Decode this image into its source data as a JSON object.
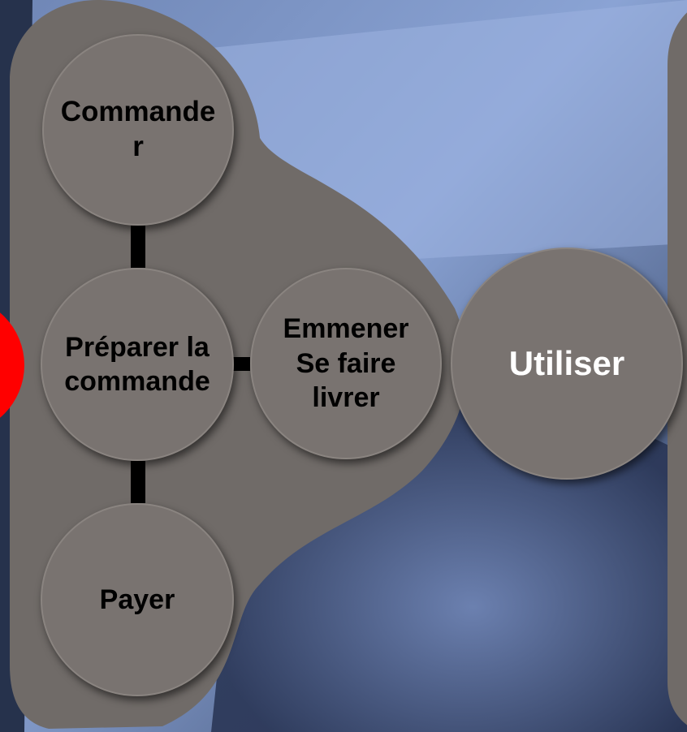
{
  "diagram": {
    "nodes": {
      "commander": "Commande\nr",
      "preparer": "Préparer la\ncommande",
      "emmener": "Emmener\nSe faire\nlivrer",
      "payer": "Payer",
      "utiliser": "Utiliser"
    }
  },
  "colors": {
    "circle_fill": "#797370",
    "group_fill": "#706b68",
    "accent_red": "#ff0000",
    "connector": "#000000",
    "utiliser_text": "#ffffff"
  }
}
